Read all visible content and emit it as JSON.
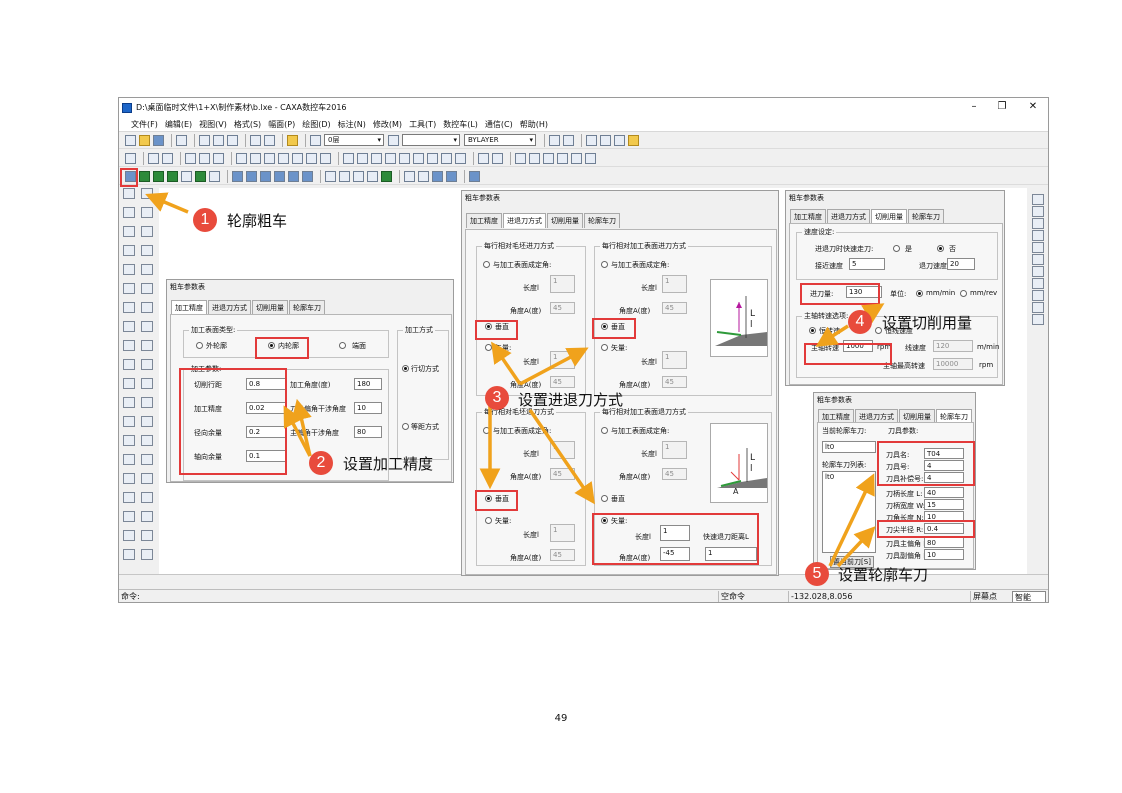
{
  "window": {
    "title": "D:\\桌面临时文件\\1+X\\制作素材\\b.lxe - CAXA数控车2016",
    "minimize": "–",
    "restore": "❐",
    "close": "✕"
  },
  "menu": [
    "文件(F)",
    "编辑(E)",
    "视图(V)",
    "格式(S)",
    "幅面(P)",
    "绘图(D)",
    "标注(N)",
    "修改(M)",
    "工具(T)",
    "数控车(L)",
    "通信(C)",
    "帮助(H)"
  ],
  "toolbar": {
    "layer_value": "0层",
    "linetype_value": "BYLAYER"
  },
  "statusbar": {
    "command_label": "命令:",
    "idle_text": "空命令",
    "coordinates": "-132.028,8.056",
    "snap_mode": "屏幕点",
    "smart_mode": "智能"
  },
  "dialogs": {
    "precision": {
      "title": "粗车参数表",
      "tabs": [
        "加工精度",
        "进退刀方式",
        "切削用量",
        "轮廓车刀"
      ],
      "surface_group": "加工表面类型:",
      "outer": "外轮廓",
      "inner": "内轮廓",
      "end_face": "端面",
      "params_group": "加工参数:",
      "cut_step_label": "切削行距",
      "cut_step": "0.8",
      "precision_label": "加工精度",
      "precision": "0.02",
      "radial_allow_label": "径向余量",
      "radial_allow": "0.2",
      "axial_allow_label": "轴向余量",
      "axial_allow": "0.1",
      "angle_label": "加工角度(度)",
      "angle": "180",
      "tool_angle_label": "刀具偏角干涉角度",
      "tool_angle": "10",
      "main_angle_label": "主偏角干涉角度",
      "main_angle": "80",
      "mode_group": "加工方式",
      "mode_cut": "行切方式",
      "mode_equi": "等距方式"
    },
    "approach": {
      "title": "粗车参数表",
      "tabs": [
        "加工精度",
        "进退刀方式",
        "切削用量",
        "轮廓车刀"
      ],
      "blank_in_group": "每行相对毛坯进刀方式",
      "surf_in_group": "每行相对加工表面进刀方式",
      "blank_out_group": "每行相对毛坯退刀方式",
      "surf_out_group": "每行相对加工表面退刀方式",
      "fixed_angle": "与加工表面成定角:",
      "length_label": "长度l",
      "angle_label": "角度A(度)",
      "vertical": "垂直",
      "vector": "矢量:",
      "v1": "1",
      "v45": "45",
      "v_neg45": "-45",
      "fast_retract_label": "快速退刀距离L",
      "fast_retract": "1",
      "diagram_L": "L",
      "diagram_l": "l",
      "diagram_A": "A"
    },
    "feed": {
      "title": "粗车参数表",
      "tabs": [
        "加工精度",
        "进退刀方式",
        "切削用量",
        "轮廓车刀"
      ],
      "speed_group": "速度设定:",
      "rapid_label": "进退刀时快速走刀:",
      "yes": "是",
      "no": "否",
      "approach_speed_label": "接近速度",
      "approach_speed": "5",
      "retract_speed_label": "退刀速度",
      "retract_speed": "20",
      "feed_label": "进刀量:",
      "feed": "130",
      "unit_label": "单位:",
      "unit_min": "mm/min",
      "unit_rev": "mm/rev",
      "spindle_group": "主轴转速选项:",
      "const_speed": "恒转速",
      "const_linear": "恒线速度",
      "spindle_label": "主轴转速",
      "spindle": "1000",
      "rpm": "rpm",
      "linear_label": "线速度",
      "linear": "120",
      "linear_unit": "m/min",
      "max_label": "主轴最高转速",
      "max": "10000",
      "max_unit": "rpm"
    },
    "tool": {
      "title": "粗车参数表",
      "tabs": [
        "加工精度",
        "进退刀方式",
        "切削用量",
        "轮廓车刀"
      ],
      "current_label": "当前轮廓车刀:",
      "tool_params_label": "刀具参数:",
      "current_value": "lt0",
      "list_label": "轮廓车刀列表:",
      "list_item": "lt0",
      "name_label": "刀具名:",
      "name": "T04",
      "number_label": "刀具号:",
      "number": "4",
      "comp_label": "刀具补偿号:",
      "comp": "4",
      "shank_len_label": "刀柄长度 L:",
      "shank_len": "40",
      "shank_w_label": "刀柄宽度 W:",
      "shank_w": "15",
      "blade_len_label": "刀角长度 N:",
      "blade_len": "10",
      "nose_r_label": "刀尖半径 R:",
      "nose_r": "0.4",
      "main_angle_label": "刀具主偏角 F:",
      "main_angle": "80",
      "minor_angle_label": "刀具副偏角 B:",
      "minor_angle": "10",
      "set_current_button": "置当前刀[S]"
    }
  },
  "annotations": [
    {
      "num": "1",
      "text": "轮廓粗车"
    },
    {
      "num": "2",
      "text": "设置加工精度"
    },
    {
      "num": "3",
      "text": "设置进退刀方式"
    },
    {
      "num": "4",
      "text": "设置切削用量"
    },
    {
      "num": "5",
      "text": "设置轮廓车刀"
    }
  ],
  "page_number": "49",
  "colors": {
    "highlight": "#e23a3a",
    "arrow": "#f0a21c",
    "badge": "#e84b3c",
    "tool_green": "#2e9a3a",
    "tool_magenta": "#b5179e"
  }
}
